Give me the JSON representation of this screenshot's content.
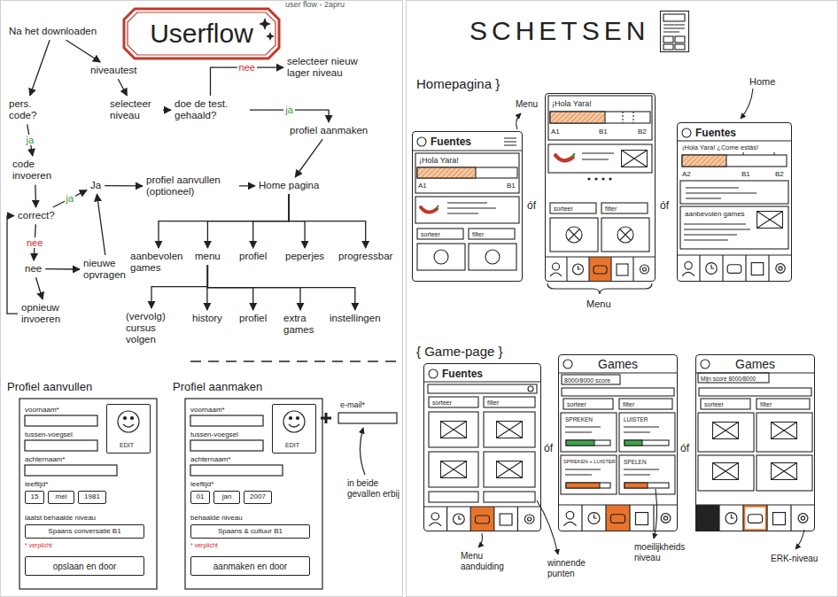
{
  "diagram": {
    "title": "Userflow",
    "nodes": [
      {
        "text": [
          "Na het downloaden"
        ]
      },
      {
        "text": [
          "niveautest"
        ]
      },
      {
        "text": [
          "pers. code?"
        ]
      },
      {
        "text": [
          "selecteer niveau"
        ]
      },
      {
        "text": [
          "doe de test. gehaald?"
        ]
      },
      {
        "text": [
          "selecteer nieuw lager niveau"
        ]
      },
      {
        "text": [
          "profiel aanmaken"
        ]
      },
      {
        "text": [
          "code invoeren"
        ]
      },
      {
        "text": [
          "Ja"
        ]
      },
      {
        "text": [
          "profiel aanvullen (optioneel)"
        ]
      },
      {
        "text": [
          "Home pagina"
        ]
      },
      {
        "text": [
          "correct?"
        ]
      },
      {
        "text": [
          "nee"
        ]
      },
      {
        "text": [
          "nieuwe opvragen"
        ]
      },
      {
        "text": [
          "opnieuw invoeren"
        ]
      },
      {
        "text": [
          "aanbevolen games"
        ]
      },
      {
        "text": [
          "menu"
        ]
      },
      {
        "text": [
          "profiel"
        ]
      },
      {
        "text": [
          "peperjes"
        ]
      },
      {
        "text": [
          "progressbar"
        ]
      },
      {
        "text": [
          "(vervolg) cursus volgen"
        ]
      },
      {
        "text": [
          "history"
        ]
      },
      {
        "text": [
          "profiel"
        ]
      },
      {
        "text": [
          "extra games"
        ]
      },
      {
        "text": [
          "instellingen"
        ]
      },
      {
        "text": [
          "Profiel aanvullen",
          "voornaam*",
          "tussen-voegsel",
          "achternaam*",
          "leeftijd*",
          "laatst behaalde niveau",
          "* verplicht"
        ]
      },
      {
        "text": [
          "EDIT"
        ],
        "in": 25
      },
      {
        "text": [
          "15"
        ],
        "in": 25
      },
      {
        "text": [
          "mei"
        ],
        "in": 25
      },
      {
        "text": [
          "1981"
        ],
        "in": 25
      },
      {
        "text": [
          "Spaans conversatie B1"
        ],
        "in": 25
      },
      {
        "text": [
          "opslaan en door"
        ],
        "in": 25
      },
      {
        "text": [
          "Profiel aanmaken",
          "voornaam*",
          "tussen-voegsel",
          "achternaam*",
          "leeftijd*",
          "behaalde niveau",
          "* verplicht"
        ]
      },
      {
        "text": [
          "EDIT"
        ],
        "in": 32
      },
      {
        "text": [
          "01"
        ],
        "in": 32
      },
      {
        "text": [
          "jan"
        ],
        "in": 32
      },
      {
        "text": [
          "2007"
        ],
        "in": 32
      },
      {
        "text": [
          "Spaans & cultuur B1"
        ],
        "in": 32
      },
      {
        "text": [
          "aanmaken en door"
        ],
        "in": 32
      },
      {
        "text": [
          "e-mail*"
        ]
      },
      {
        "text": [
          "Fuentes",
          "¡Hola Yara!",
          "A1",
          "B1",
          "sorteer",
          "filter"
        ]
      },
      {
        "text": [
          "¡Hola Yara!",
          "A1",
          "B1",
          "B2",
          "sorteer",
          "filter"
        ]
      },
      {
        "text": [
          "Fuentes",
          "¡Hola Yara! ¿Come estás!",
          "A2",
          "B1",
          "B2",
          "aanbevolen games"
        ]
      },
      {
        "text": [
          "Fuentes",
          "sorteer",
          "filter"
        ]
      },
      {
        "text": [
          "Games",
          "8000/8000 score",
          "sorteer",
          "filter",
          "SPREKEN",
          "LUISTER",
          "SPREKEN + LUISTER",
          "SPELEN"
        ]
      },
      {
        "text": [
          "Games",
          "Mijn score 8000/8000",
          "sorteer",
          "filter"
        ]
      }
    ],
    "edges": [
      {
        "from": 0,
        "to": 1,
        "arrow": "to"
      },
      {
        "from": 0,
        "to": 2,
        "arrow": "to"
      },
      {
        "from": 1,
        "to": 3,
        "arrow": "to"
      },
      {
        "from": 3,
        "to": 4,
        "arrow": "to"
      },
      {
        "from": 4,
        "to": 5,
        "label": "nee",
        "arrow": "to"
      },
      {
        "from": 4,
        "to": 6,
        "label": "ja",
        "arrow": "to"
      },
      {
        "from": 2,
        "to": 7,
        "label": "ja",
        "arrow": "to"
      },
      {
        "from": 7,
        "to": 11,
        "arrow": "to"
      },
      {
        "from": 11,
        "to": 8,
        "label": "ja",
        "arrow": "to"
      },
      {
        "from": 8,
        "to": 9,
        "arrow": "to"
      },
      {
        "from": 9,
        "to": 10,
        "arrow": "to"
      },
      {
        "from": 6,
        "to": 10,
        "arrow": "to"
      },
      {
        "from": 11,
        "to": 12,
        "label": "nee",
        "arrow": "to"
      },
      {
        "from": 12,
        "to": 13,
        "arrow": "to"
      },
      {
        "from": 12,
        "to": 14,
        "arrow": "to"
      },
      {
        "from": 13,
        "to": 8,
        "arrow": "to"
      },
      {
        "from": 14,
        "to": 11,
        "arrow": "to"
      },
      {
        "from": 10,
        "to": 15,
        "arrow": "to"
      },
      {
        "from": 10,
        "to": 16,
        "arrow": "to"
      },
      {
        "from": 10,
        "to": 17,
        "arrow": "to"
      },
      {
        "from": 10,
        "to": 18,
        "arrow": "to"
      },
      {
        "from": 10,
        "to": 19,
        "arrow": "to"
      },
      {
        "from": 16,
        "to": 20,
        "arrow": "to"
      },
      {
        "from": 16,
        "to": 21,
        "arrow": "to"
      },
      {
        "from": 16,
        "to": 22,
        "arrow": "to"
      },
      {
        "from": 16,
        "to": 23,
        "arrow": "to"
      },
      {
        "from": 16,
        "to": 24,
        "arrow": "to"
      }
    ],
    "labels": [
      "user flow - 2apru",
      "SCHETSEN",
      "Homepagina }",
      "Menu",
      "Home",
      "óf",
      "óf",
      "Menu",
      "{ Game-page }",
      "óf",
      "óf",
      "Menu aanduiding",
      "winnende punten",
      "moeilijkheids niveau",
      "ERK-niveau",
      "in beide gevallen erbij"
    ]
  }
}
